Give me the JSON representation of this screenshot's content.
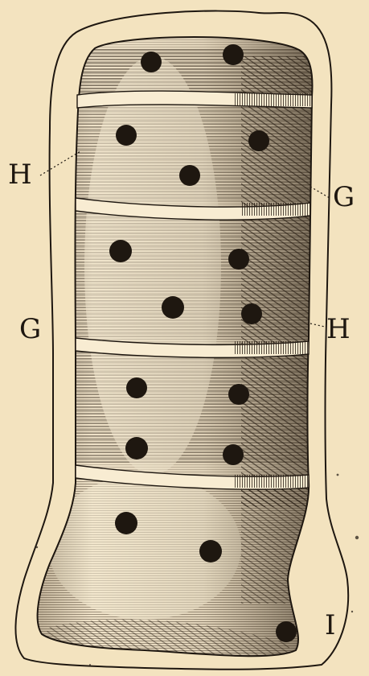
{
  "figure": {
    "labels": {
      "h_left": "H",
      "g_right": "G",
      "g_left": "G",
      "h_right": "H",
      "i_bottom": "I"
    },
    "colors": {
      "paper": "#f3e3bf",
      "ink": "#1e1710",
      "shade": "#5b4a33",
      "highlight": "#fbf1d8"
    }
  }
}
